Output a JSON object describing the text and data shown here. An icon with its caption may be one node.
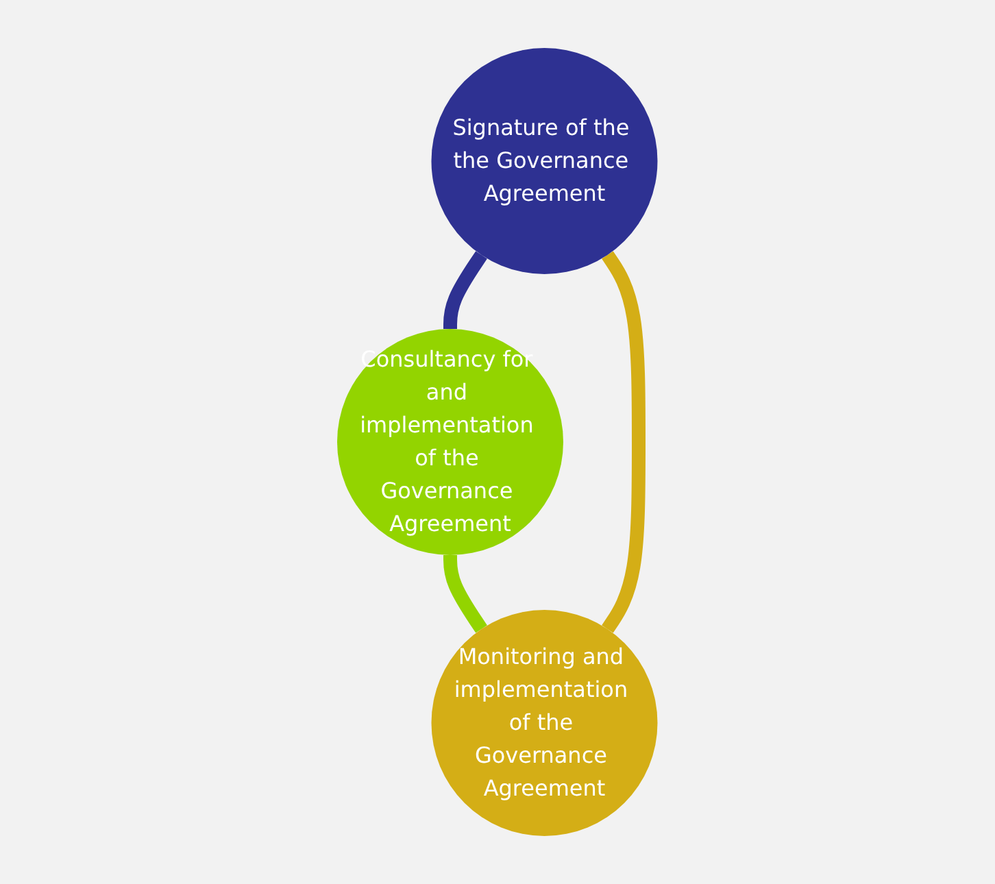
{
  "diagram": {
    "nodes": [
      {
        "text": [
          "Signature of the the Governance Agreement"
        ]
      },
      {
        "text": [
          "Consultancy for and implementation of the Governance Agreement"
        ]
      },
      {
        "text": [
          "Monitoring and implementation of the Governance Agreement"
        ]
      }
    ],
    "edges": [
      {
        "from": 0,
        "to": 1,
        "arrow": "none",
        "color": "#2e3192"
      },
      {
        "from": 1,
        "to": 2,
        "arrow": "none",
        "color": "#93d400"
      },
      {
        "from": 2,
        "to": 0,
        "arrow": "none",
        "color": "#d4ae16"
      }
    ]
  }
}
